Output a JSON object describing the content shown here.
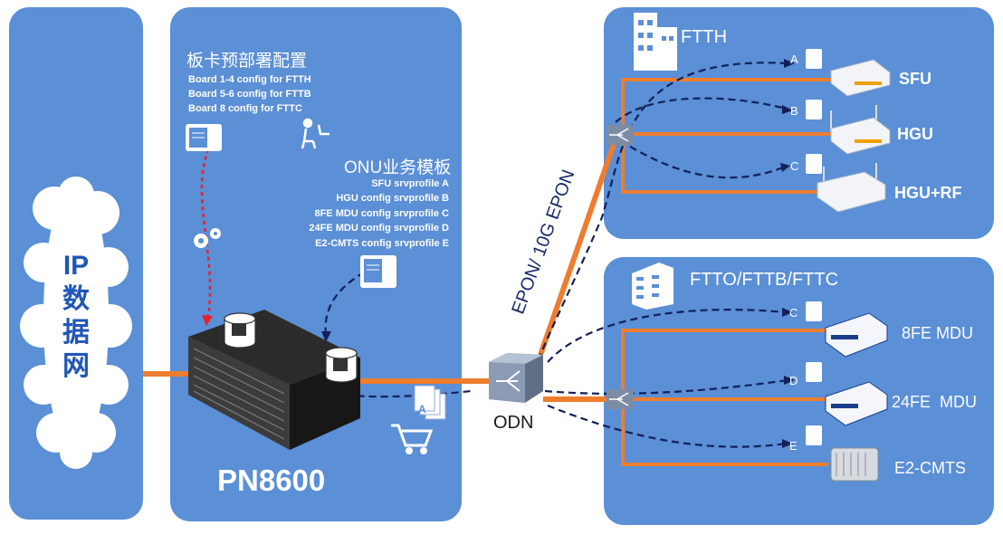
{
  "ip_network": {
    "label_lines": [
      "IP",
      "数",
      "据",
      "网"
    ]
  },
  "olt": {
    "title": "PN8600",
    "preconfig": {
      "title": "板卡预部署配置",
      "lines": [
        "Board 1-4 config for FTTH",
        "Board 5-6 config for FTTB",
        "Board 8    config for FTTC"
      ]
    },
    "onu_templates": {
      "title": "ONU业务模板",
      "lines": [
        "SFU srvprofile A",
        "HGU config srvprofile B",
        "8FE MDU config srvprofile C",
        "24FE MDU config srvprofile D",
        "E2-CMTS config srvprofile E"
      ]
    },
    "cart_doc_letter": "A"
  },
  "odn": {
    "label": "ODN",
    "link_label": "EPON/ 10G EPON"
  },
  "ftth": {
    "title": "FTTH",
    "devices": [
      {
        "name": "SFU",
        "profile": "A"
      },
      {
        "name": "HGU",
        "profile": "B"
      },
      {
        "name": "HGU+RF",
        "profile": "C"
      }
    ]
  },
  "fttx": {
    "title": "FTTO/FTTB/FTTC",
    "devices": [
      {
        "name": "8FE MDU",
        "profile": "C"
      },
      {
        "name": "24FE  MDU",
        "profile": "D"
      },
      {
        "name": "E2-CMTS",
        "profile": "E"
      }
    ]
  },
  "colors": {
    "panel": "#5b8fd6",
    "fiber": "#ee7d2f",
    "dash": "#13205a",
    "red_dash": "#e8202a"
  }
}
